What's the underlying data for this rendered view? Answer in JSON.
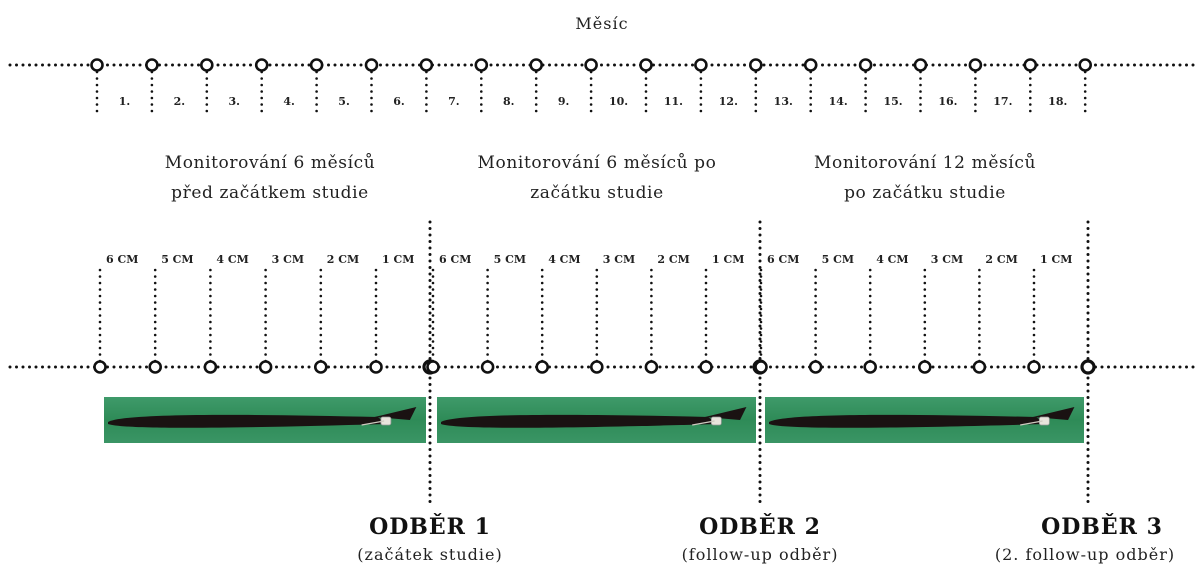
{
  "title": "Měsíc",
  "months": [
    "1.",
    "2.",
    "3.",
    "4.",
    "5.",
    "6.",
    "7.",
    "8.",
    "9.",
    "10.",
    "11.",
    "12.",
    "13.",
    "14.",
    "15.",
    "16.",
    "17.",
    "18."
  ],
  "phases": [
    {
      "line1": "Monitorování 6 měsíců",
      "line2": "před začátkem studie"
    },
    {
      "line1": "Monitorování 6 měsíců po",
      "line2": "začátku studie"
    },
    {
      "line1": "Monitorování 12 měsíců",
      "line2": "po začátku studie"
    }
  ],
  "segment_labels": [
    "6 CM",
    "5 CM",
    "4 CM",
    "3 CM",
    "2 CM",
    "1 CM"
  ],
  "collections": [
    {
      "title": "ODBĚR 1",
      "subtitle": "(začátek studie)"
    },
    {
      "title": "ODBĚR 2",
      "subtitle": "(follow-up odběr)"
    },
    {
      "title": "ODBĚR 3",
      "subtitle": "(2. follow-up odběr)"
    }
  ],
  "colors": {
    "line": "#111111",
    "hair_background": "#2e8b57",
    "hair": "#1a1212"
  }
}
